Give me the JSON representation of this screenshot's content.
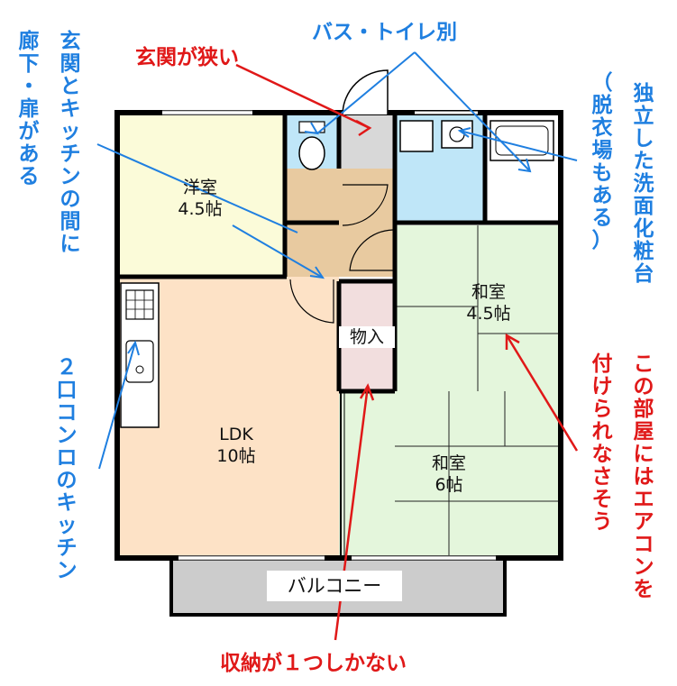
{
  "rooms": {
    "western": {
      "name": "洋室",
      "size": "4.5帖"
    },
    "japanese_small": {
      "name": "和室",
      "size": "4.5帖"
    },
    "japanese_large": {
      "name": "和室",
      "size": "6帖"
    },
    "ldk": {
      "name": "LDK",
      "size": "10帖"
    },
    "storage": {
      "name": "物入"
    },
    "balcony": {
      "name": "バルコニー"
    }
  },
  "annotations": {
    "bath_toilet": "バス・トイレ別",
    "narrow_entrance": "玄関が狭い",
    "hallway_door": [
      "廊",
      "下",
      "・",
      "扉",
      "が",
      "あ",
      "る"
    ],
    "hallway_between": [
      "玄",
      "関",
      "と",
      "キ",
      "ッ",
      "チ",
      "ン",
      "の",
      "間",
      "に"
    ],
    "washstand": [
      "独",
      "立",
      "し",
      "た",
      "洗",
      "面",
      "化",
      "粧",
      "台"
    ],
    "dressing_room": [
      "（",
      "脱",
      "衣",
      "場",
      "も",
      "あ",
      "る",
      "）"
    ],
    "two_burner": [
      "２",
      "口",
      "コ",
      "ン",
      "ロ",
      "の",
      "キ",
      "ッ",
      "チ",
      "ン"
    ],
    "no_aircon": [
      "こ",
      "の",
      "部",
      "屋",
      "に",
      "は",
      "エ",
      "ア",
      "コ",
      "ン",
      "を"
    ],
    "cannot_install": [
      "付",
      "け",
      "ら",
      "れ",
      "な",
      "さ",
      "そ",
      "う"
    ],
    "one_storage": "収納が１つしかない"
  },
  "colors": {
    "wall": "#000000",
    "western_room": "#fbfbd9",
    "japanese_room": "#e4f6dc",
    "ldk": "#fde2c6",
    "bath": "#bfe6f8",
    "entrance": "#d8d8d8",
    "hall": "#e8caa0",
    "storage": "#f2dede",
    "balcony": "#cccccc",
    "blue_note": "#1f7fe0",
    "red_note": "#e01818"
  }
}
